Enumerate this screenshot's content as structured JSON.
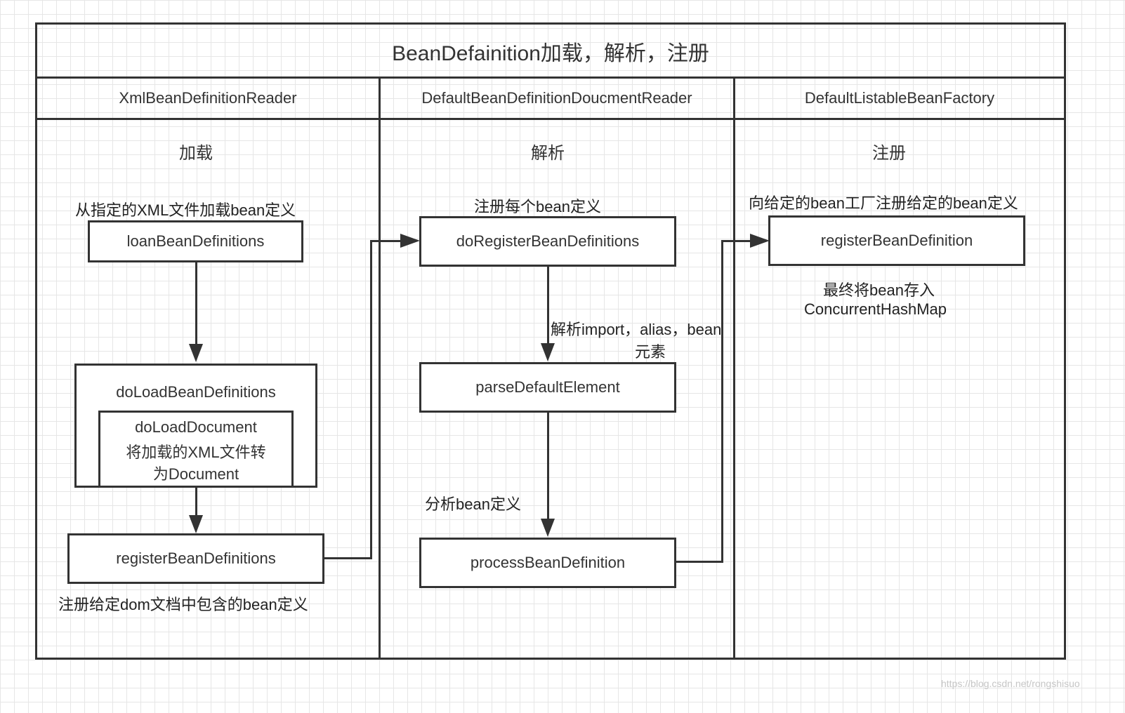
{
  "title": "BeanDefainition加载，解析，注册",
  "columns": [
    {
      "header": "XmlBeanDefinitionReader",
      "lane_label": "加载",
      "steps": {
        "note_top": "从指定的XML文件加载bean定义",
        "box1": "loanBeanDefinitions",
        "box2_title": "doLoadBeanDefinitions",
        "box2_inner_lines": [
          "doLoadDocument",
          "将加载的XML文件转",
          "为Document"
        ],
        "box3": "registerBeanDefinitions",
        "note_bottom": "注册给定dom文档中包含的bean定义"
      }
    },
    {
      "header": "DefaultBeanDefinitionDoucmentReader",
      "lane_label": "解析",
      "steps": {
        "note_top": "注册每个bean定义",
        "box1": "doRegisterBeanDefinitions",
        "note_mid_line1": "解析import，alias，bean",
        "note_mid_line2": "元素",
        "box2": "parseDefaultElement",
        "note_low": "分析bean定义",
        "box3": "processBeanDefinition"
      }
    },
    {
      "header": "DefaultListableBeanFactory",
      "lane_label": "注册",
      "steps": {
        "note_top": "向给定的bean工厂注册给定的bean定义",
        "box1": "registerBeanDefinition",
        "note_below_line1": "最终将bean存入",
        "note_below_line2": "ConcurrentHashMap"
      }
    }
  ],
  "watermark": "https://blog.csdn.net/rongshisuo"
}
